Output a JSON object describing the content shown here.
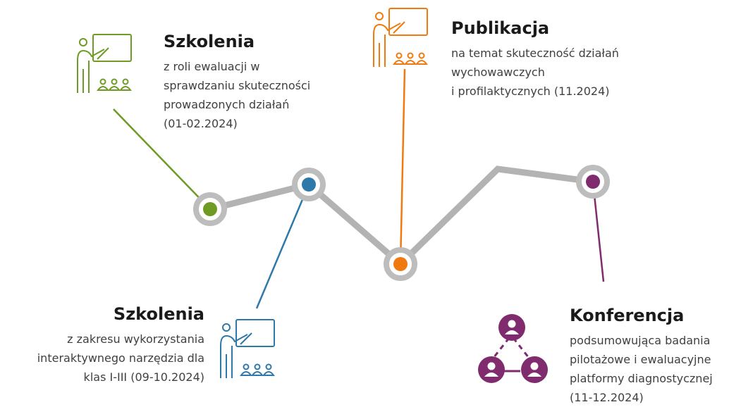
{
  "colors": {
    "track": "#b3b3b3",
    "ring_outer": "#bdbdbd",
    "green": "#6f9a23",
    "blue": "#2e79a9",
    "orange": "#ef7b10",
    "purple": "#7f2b6e"
  },
  "events": [
    {
      "id": "szkolenia-ewaluacja",
      "title": "Szkolenia",
      "lines": [
        "z roli ewaluacji w",
        "sprawdzaniu skuteczności",
        "prowadzonych działań",
        "(01-02.2024)"
      ],
      "color": "green",
      "icon": "presentation-icon"
    },
    {
      "id": "szkolenia-narzedzie",
      "title": "Szkolenia",
      "lines": [
        "z zakresu wykorzystania",
        "interaktywnego narzędzia dla",
        "klas I-III (09-10.2024)"
      ],
      "color": "blue",
      "icon": "presentation-icon"
    },
    {
      "id": "publikacja",
      "title": "Publikacja",
      "lines": [
        "na temat skuteczność działań",
        "wychowawczych",
        "i profilaktycznych (11.2024)"
      ],
      "color": "orange",
      "icon": "presentation-icon"
    },
    {
      "id": "konferencja",
      "title": "Konferencja",
      "lines": [
        "podsumowująca badania",
        "pilotażowe i ewaluacyjne",
        "platformy diagnostycznej",
        "(11-12.2024)"
      ],
      "color": "purple",
      "icon": "network-people-icon"
    }
  ]
}
